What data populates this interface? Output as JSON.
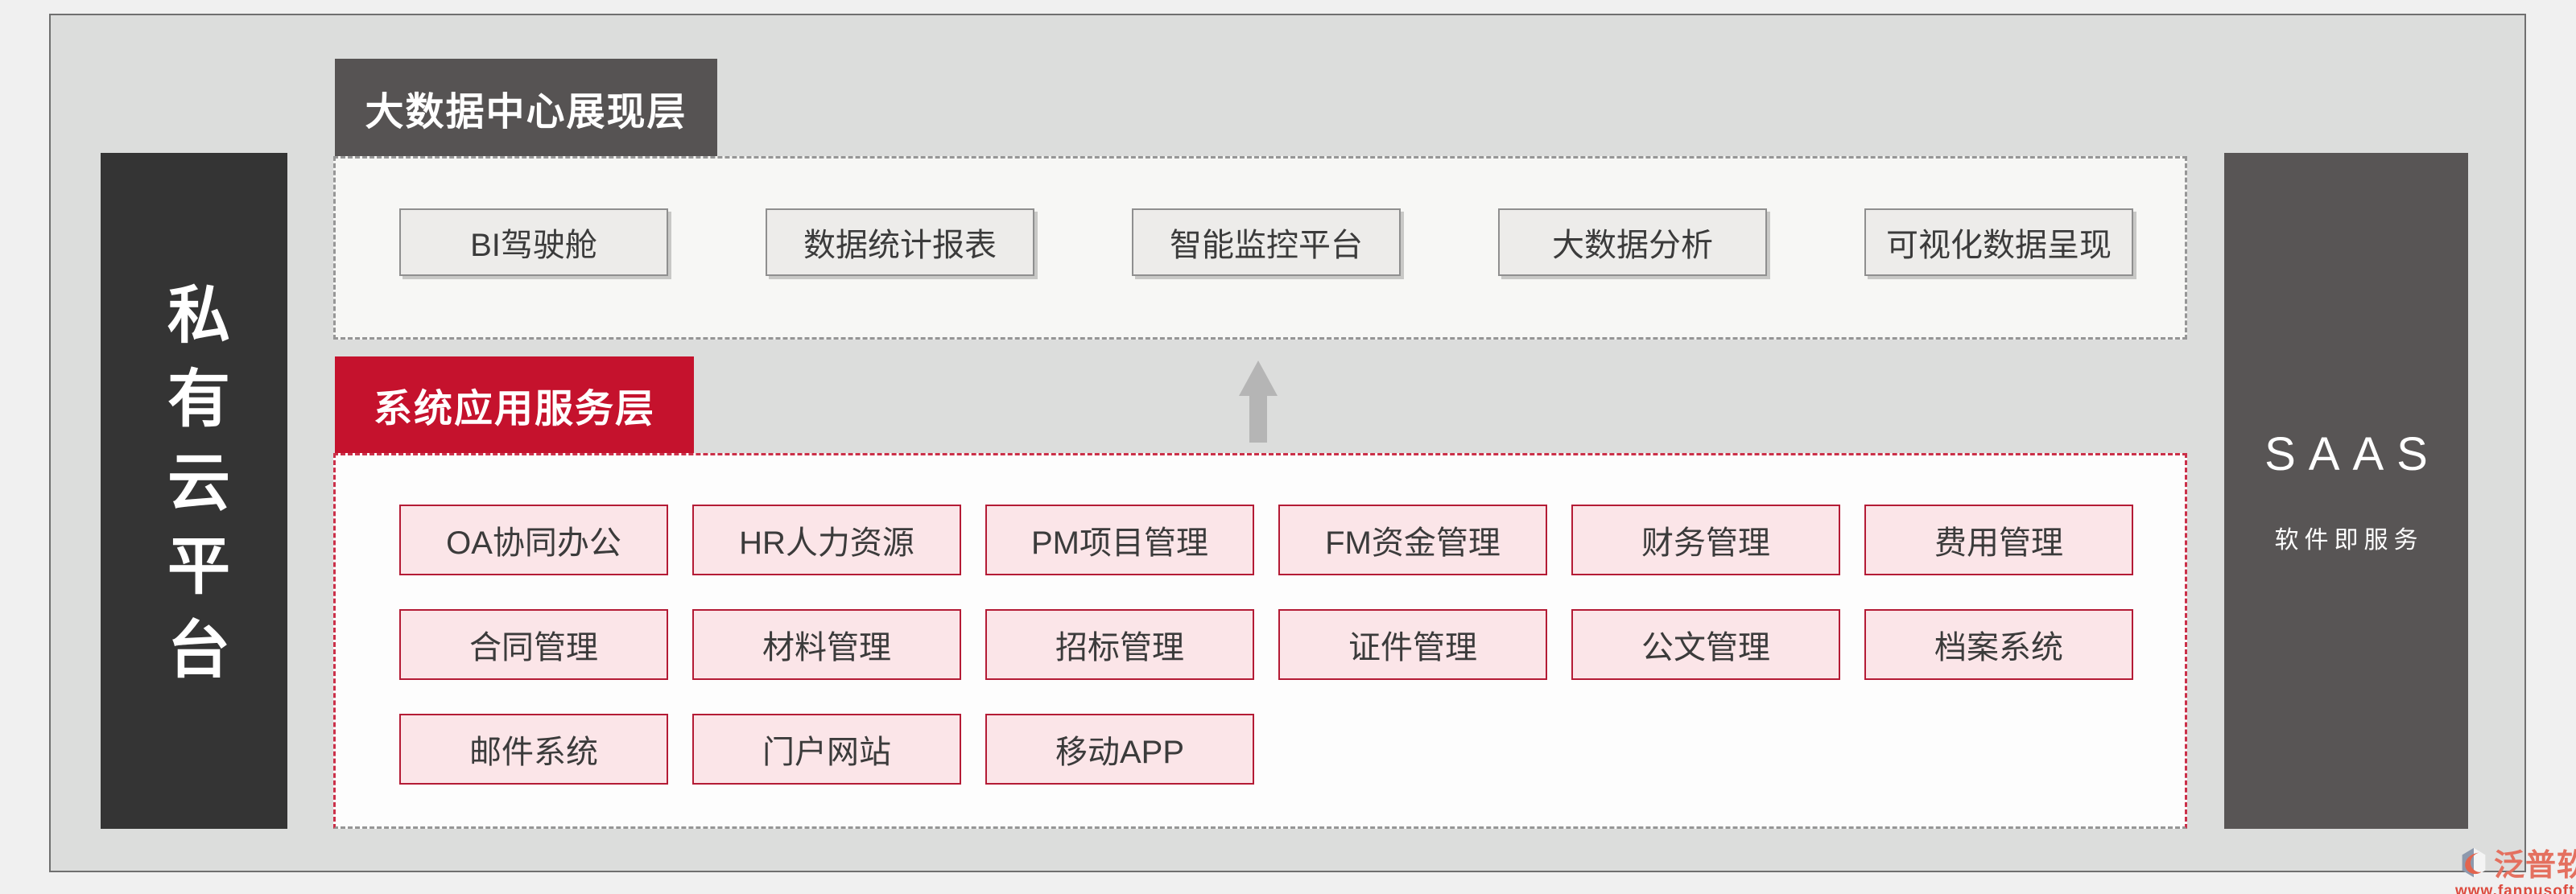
{
  "left_panel": {
    "title": "私有云平台"
  },
  "right_panel": {
    "title": "SAAS",
    "subtitle": "软件即服务"
  },
  "presentation_layer": {
    "header": "大数据中心展现层",
    "items": [
      "BI驾驶舱",
      "数据统计报表",
      "智能监控平台",
      "大数据分析",
      "可视化数据呈现"
    ]
  },
  "application_layer": {
    "header": "系统应用服务层",
    "items": [
      "OA协同办公",
      "HR人力资源",
      "PM项目管理",
      "FM资金管理",
      "财务管理",
      "费用管理",
      "合同管理",
      "材料管理",
      "招标管理",
      "证件管理",
      "公文管理",
      "档案系统",
      "邮件系统",
      "门户网站",
      "移动APP"
    ]
  },
  "watermark": {
    "brand": "泛普软件",
    "url": "www.fanpusoft.com"
  },
  "colors": {
    "outer-bg": "#f0f0f0",
    "panel-bg": "#dcdddc",
    "panel-border": "#6f6f6f",
    "dark-left": "#343434",
    "dark-header": "#565353",
    "dark-right": "#585555",
    "accent-red": "#c5122d",
    "pink-fill": "#fbe5e8",
    "pink-border": "#b41b35",
    "area1-bg": "#f7f7f5",
    "area2-bg": "#fdfdfd",
    "gray-border": "#969696",
    "gray-button-fill": "#edecea",
    "gray-button-border": "#8f8f8f",
    "arrow-gray": "#b5b5b5",
    "text-dark": "#3b3b3b",
    "watermark-orange": "#e4705f",
    "watermark-red": "#dd4a3e"
  }
}
